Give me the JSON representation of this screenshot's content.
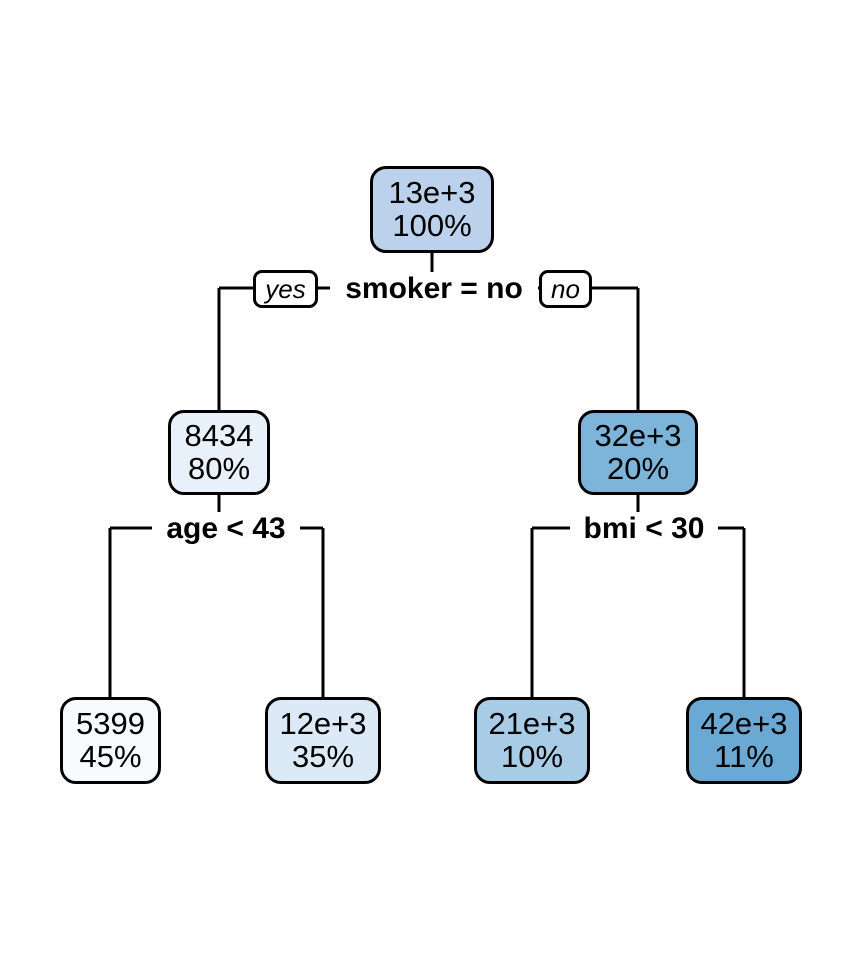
{
  "chart_data": {
    "type": "diagram",
    "diagram_type": "decision-tree",
    "title": "",
    "nodes": [
      {
        "id": "root",
        "count": "13e+3",
        "percent": "100%",
        "fill": "#bcd2ec",
        "level": 0
      },
      {
        "id": "n-left",
        "count": "8434",
        "percent": "80%",
        "fill": "#e8f1fa",
        "level": 1
      },
      {
        "id": "n-right",
        "count": "32e+3",
        "percent": "20%",
        "fill": "#7cb4da",
        "level": 1
      },
      {
        "id": "leaf-1",
        "count": "5399",
        "percent": "45%",
        "fill": "#f7fbfe",
        "level": 2
      },
      {
        "id": "leaf-2",
        "count": "12e+3",
        "percent": "35%",
        "fill": "#dce9f6",
        "level": 2
      },
      {
        "id": "leaf-3",
        "count": "21e+3",
        "percent": "10%",
        "fill": "#a9cce6",
        "level": 2
      },
      {
        "id": "leaf-4",
        "count": "42e+3",
        "percent": "11%",
        "fill": "#6aa9d4",
        "level": 2
      }
    ],
    "splits": [
      {
        "id": "split-root",
        "label": "smoker = no",
        "yes_label": "yes",
        "no_label": "no",
        "left_child": "n-left",
        "right_child": "n-right"
      },
      {
        "id": "split-left",
        "label": "age < 43",
        "left_child": "leaf-1",
        "right_child": "leaf-2"
      },
      {
        "id": "split-right",
        "label": "bmi < 30",
        "left_child": "leaf-3",
        "right_child": "leaf-4"
      }
    ],
    "edge_color": "#000000",
    "node_border_color": "#000000",
    "background": "#ffffff"
  },
  "tree": {
    "root": {
      "count": "13e+3",
      "percent": "100%"
    },
    "split_root": {
      "label": "smoker = no",
      "yes": "yes",
      "no": "no"
    },
    "left": {
      "count": "8434",
      "percent": "80%"
    },
    "right": {
      "count": "32e+3",
      "percent": "20%"
    },
    "split_left": {
      "label": "age < 43"
    },
    "split_right": {
      "label": "bmi < 30"
    },
    "leaf1": {
      "count": "5399",
      "percent": "45%"
    },
    "leaf2": {
      "count": "12e+3",
      "percent": "35%"
    },
    "leaf3": {
      "count": "21e+3",
      "percent": "10%"
    },
    "leaf4": {
      "count": "42e+3",
      "percent": "11%"
    }
  }
}
